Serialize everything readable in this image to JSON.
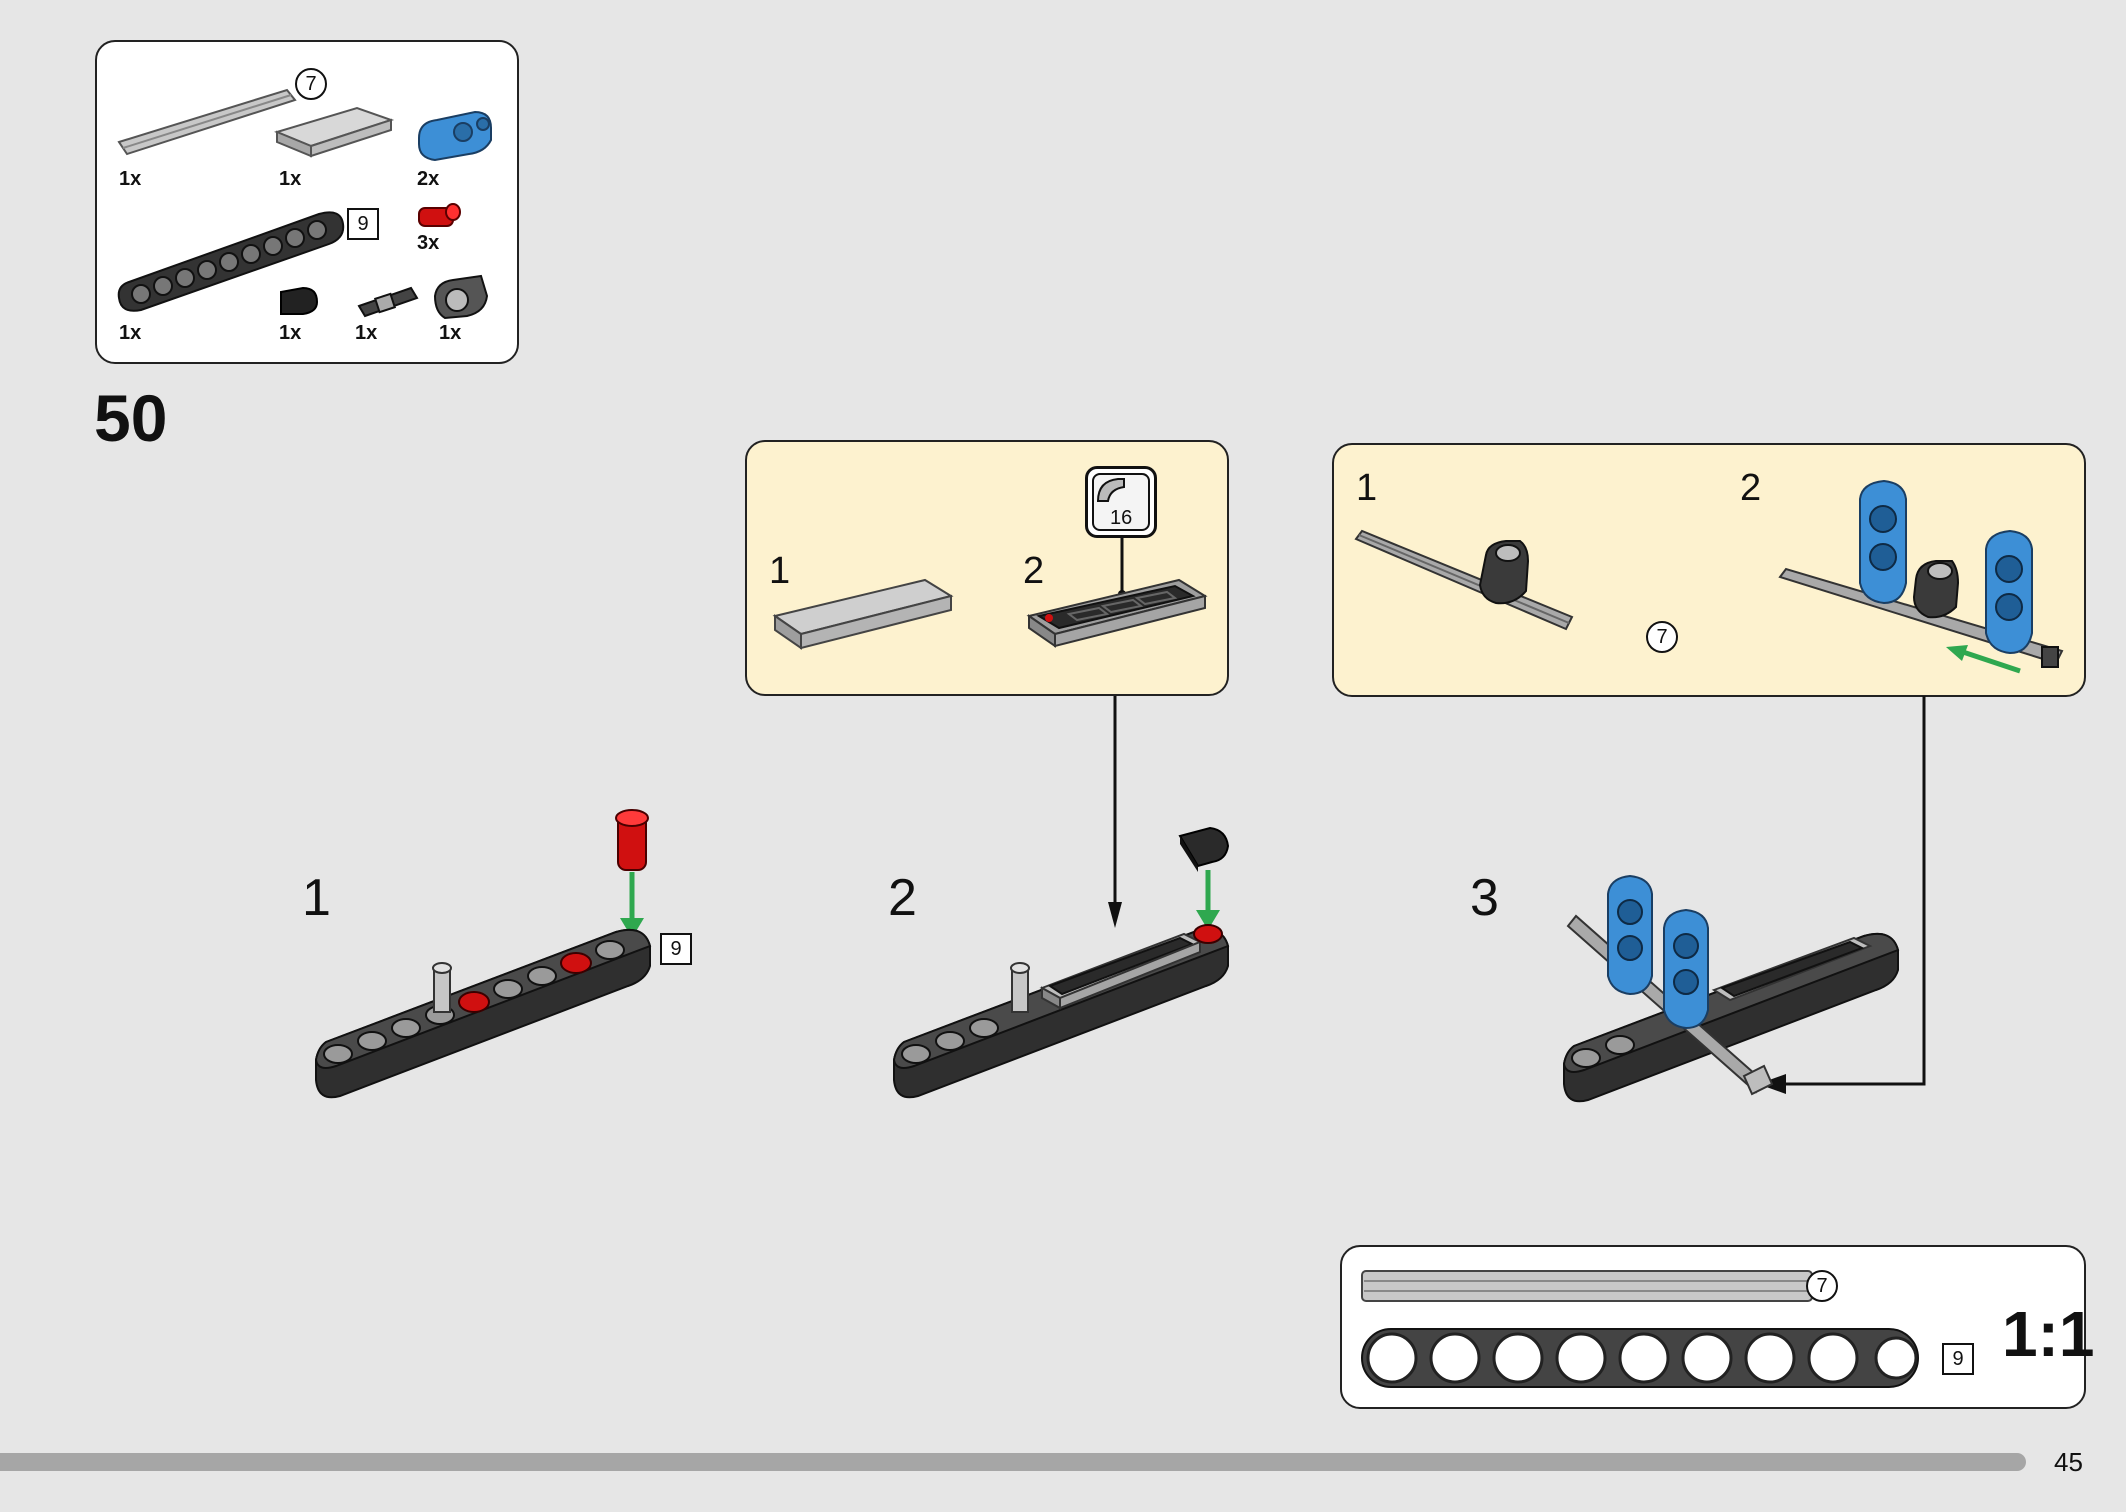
{
  "parts_callout": {
    "parts": [
      {
        "name": "axle",
        "qty": "1x",
        "length": "7"
      },
      {
        "name": "tile",
        "qty": "1x"
      },
      {
        "name": "blue-connector",
        "qty": "2x"
      },
      {
        "name": "red-pin",
        "qty": "3x"
      },
      {
        "name": "liftarm",
        "qty": "1x",
        "length": "9"
      },
      {
        "name": "curved-tile",
        "qty": "1x"
      },
      {
        "name": "axle-pin",
        "qty": "1x"
      },
      {
        "name": "cross-block",
        "qty": "1x"
      }
    ]
  },
  "step_number": "50",
  "substeps": {
    "one": "1",
    "two": "2",
    "three": "3"
  },
  "sub_callout_left": {
    "step1": "1",
    "step2": "2",
    "sticker_number": "16"
  },
  "sub_callout_right": {
    "step1": "1",
    "step2": "2",
    "axle_length": "7"
  },
  "step1_liftarm_length": "9",
  "scale_box": {
    "axle_length": "7",
    "liftarm_length": "9",
    "ratio": "1:1"
  },
  "page_number": "45",
  "colors": {
    "background": "#e6e6e6",
    "callout_yellow": "#fdf2cf",
    "brick_blue": "#3d8fd6",
    "brick_red": "#d01010",
    "arrow_green": "#2fa84f"
  }
}
